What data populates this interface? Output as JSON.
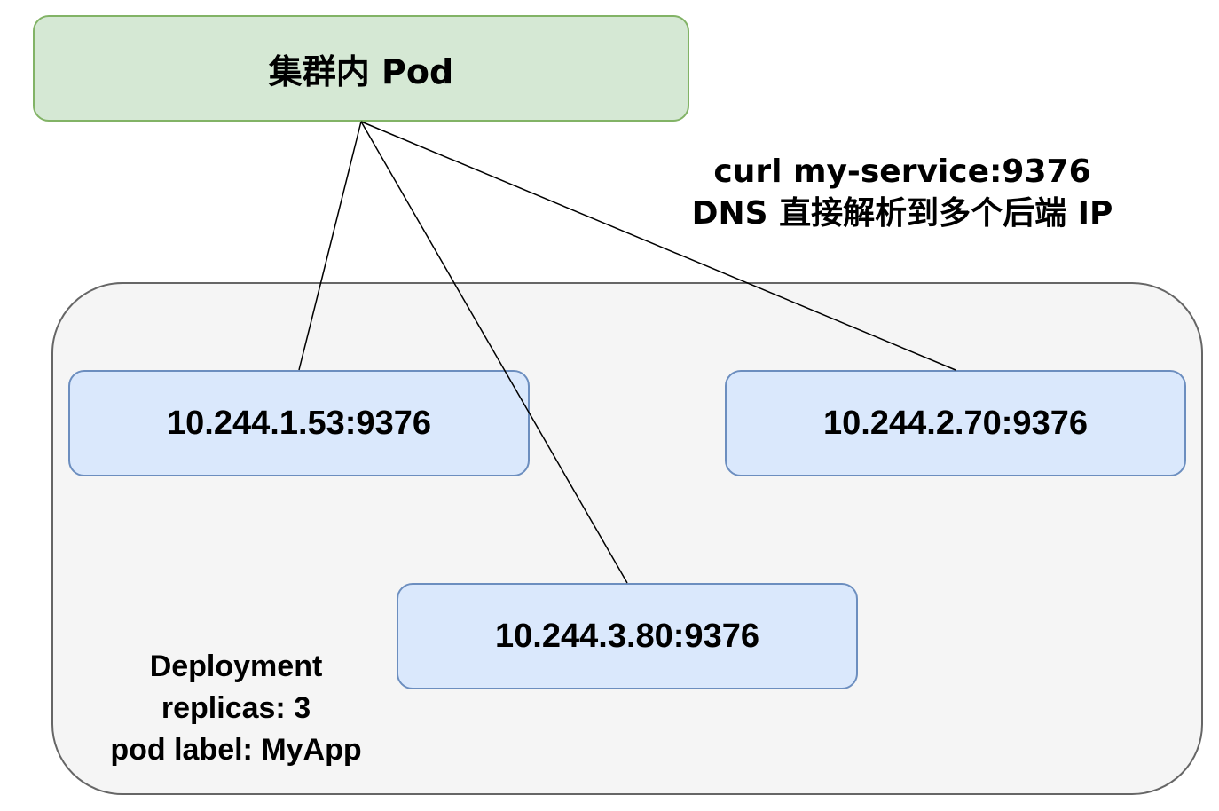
{
  "client": {
    "label": "集群内 Pod"
  },
  "annotation": {
    "line1": "curl my-service:9376",
    "line2": "DNS 直接解析到多个后端 IP"
  },
  "deployment": {
    "line1": "Deployment",
    "line2": "replicas: 3",
    "line3": "pod label: MyApp"
  },
  "pods": [
    {
      "label": "10.244.1.53:9376"
    },
    {
      "label": "10.244.2.70:9376"
    },
    {
      "label": "10.244.3.80:9376"
    }
  ],
  "colors": {
    "client_fill": "#d5e8d4",
    "client_stroke": "#82b366",
    "pod_fill": "#dae8fc",
    "pod_stroke": "#6c8ebf",
    "group_fill": "#f5f5f5",
    "group_stroke": "#666666"
  }
}
